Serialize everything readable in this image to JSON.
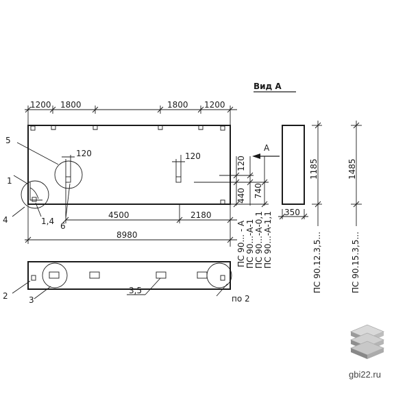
{
  "view_label": "Вид А",
  "section_arrow_label": "А",
  "top_dims": {
    "left_a": "1200",
    "left_b": "1800",
    "right_a": "1800",
    "right_b": "1200"
  },
  "hole_spacing_left": "120",
  "hole_spacing_right": "120",
  "height_dims": {
    "d120": "120",
    "d440": "440",
    "d740": "740"
  },
  "bottom_dims": {
    "d4500": "4500",
    "d2180": "2180",
    "total": "8980"
  },
  "side_dims": {
    "width": "350",
    "h1185": "1185",
    "h1485": "1485"
  },
  "callouts": {
    "c1": "1",
    "c2": "2",
    "c3": "3",
    "c4": "4",
    "c5": "5",
    "c6": "6",
    "c14": "1,4",
    "c35": "3,5",
    "po2": "по 2"
  },
  "vertical_labels": {
    "ps_a": "ПС 90... - А",
    "ps_a1": "ПС 90...-А-1",
    "ps_a01": "ПС 90...-А-0,1",
    "ps_a11": "ПС 90...-А-1,1",
    "series_12": "ПС 90.12.3,5...",
    "series_15": "ПС 90.15.3,5..."
  },
  "watermark": "gbi22.ru",
  "logo_icon": "stacked-slabs-icon"
}
